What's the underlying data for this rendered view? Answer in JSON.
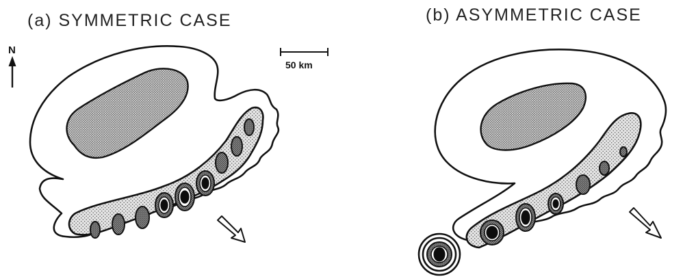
{
  "panels": [
    {
      "id": "a",
      "title": "(a) SYMMETRIC CASE"
    },
    {
      "id": "b",
      "title": "(b) ASYMMETRIC CASE"
    }
  ],
  "north_label": "N",
  "scale_label": "50 km",
  "colors": {
    "ink": "#111111",
    "stipple_light": "#e2e2e2",
    "stipple_dense": "#bdbdbd",
    "stipple_dark": "#8e8e8e",
    "core": "#0d0d0d"
  }
}
